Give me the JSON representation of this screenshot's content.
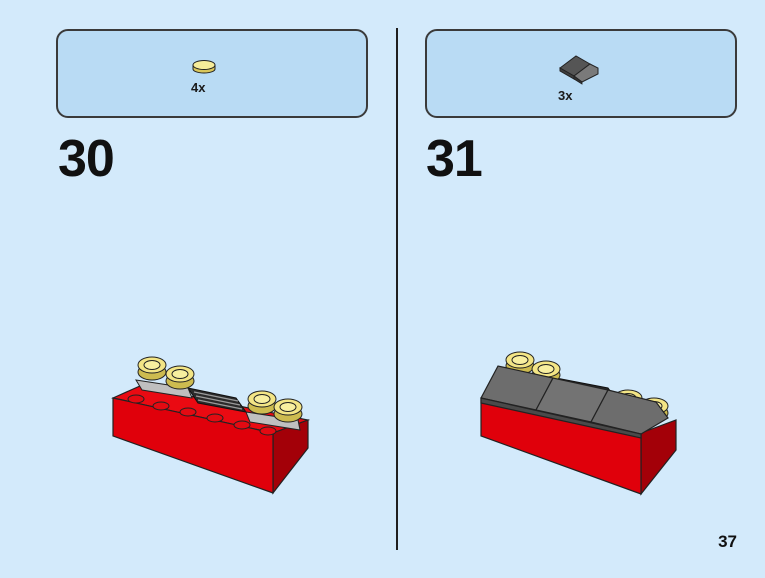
{
  "steps": [
    {
      "number": "30",
      "part_quantity": "4x",
      "part_icon": "round-plate-yellow-transparent-icon"
    },
    {
      "number": "31",
      "part_quantity": "3x",
      "part_icon": "slope-brick-dark-gray-icon"
    }
  ],
  "page_number": "37",
  "colors": {
    "background": "#d3eafb",
    "callout_fill": "#b9dbf4",
    "brick_red": "#e0000b",
    "stud_yellow": "#f3e585",
    "slope_gray": "#6d6d6d",
    "plate_light_gray": "#c9c9c9"
  }
}
